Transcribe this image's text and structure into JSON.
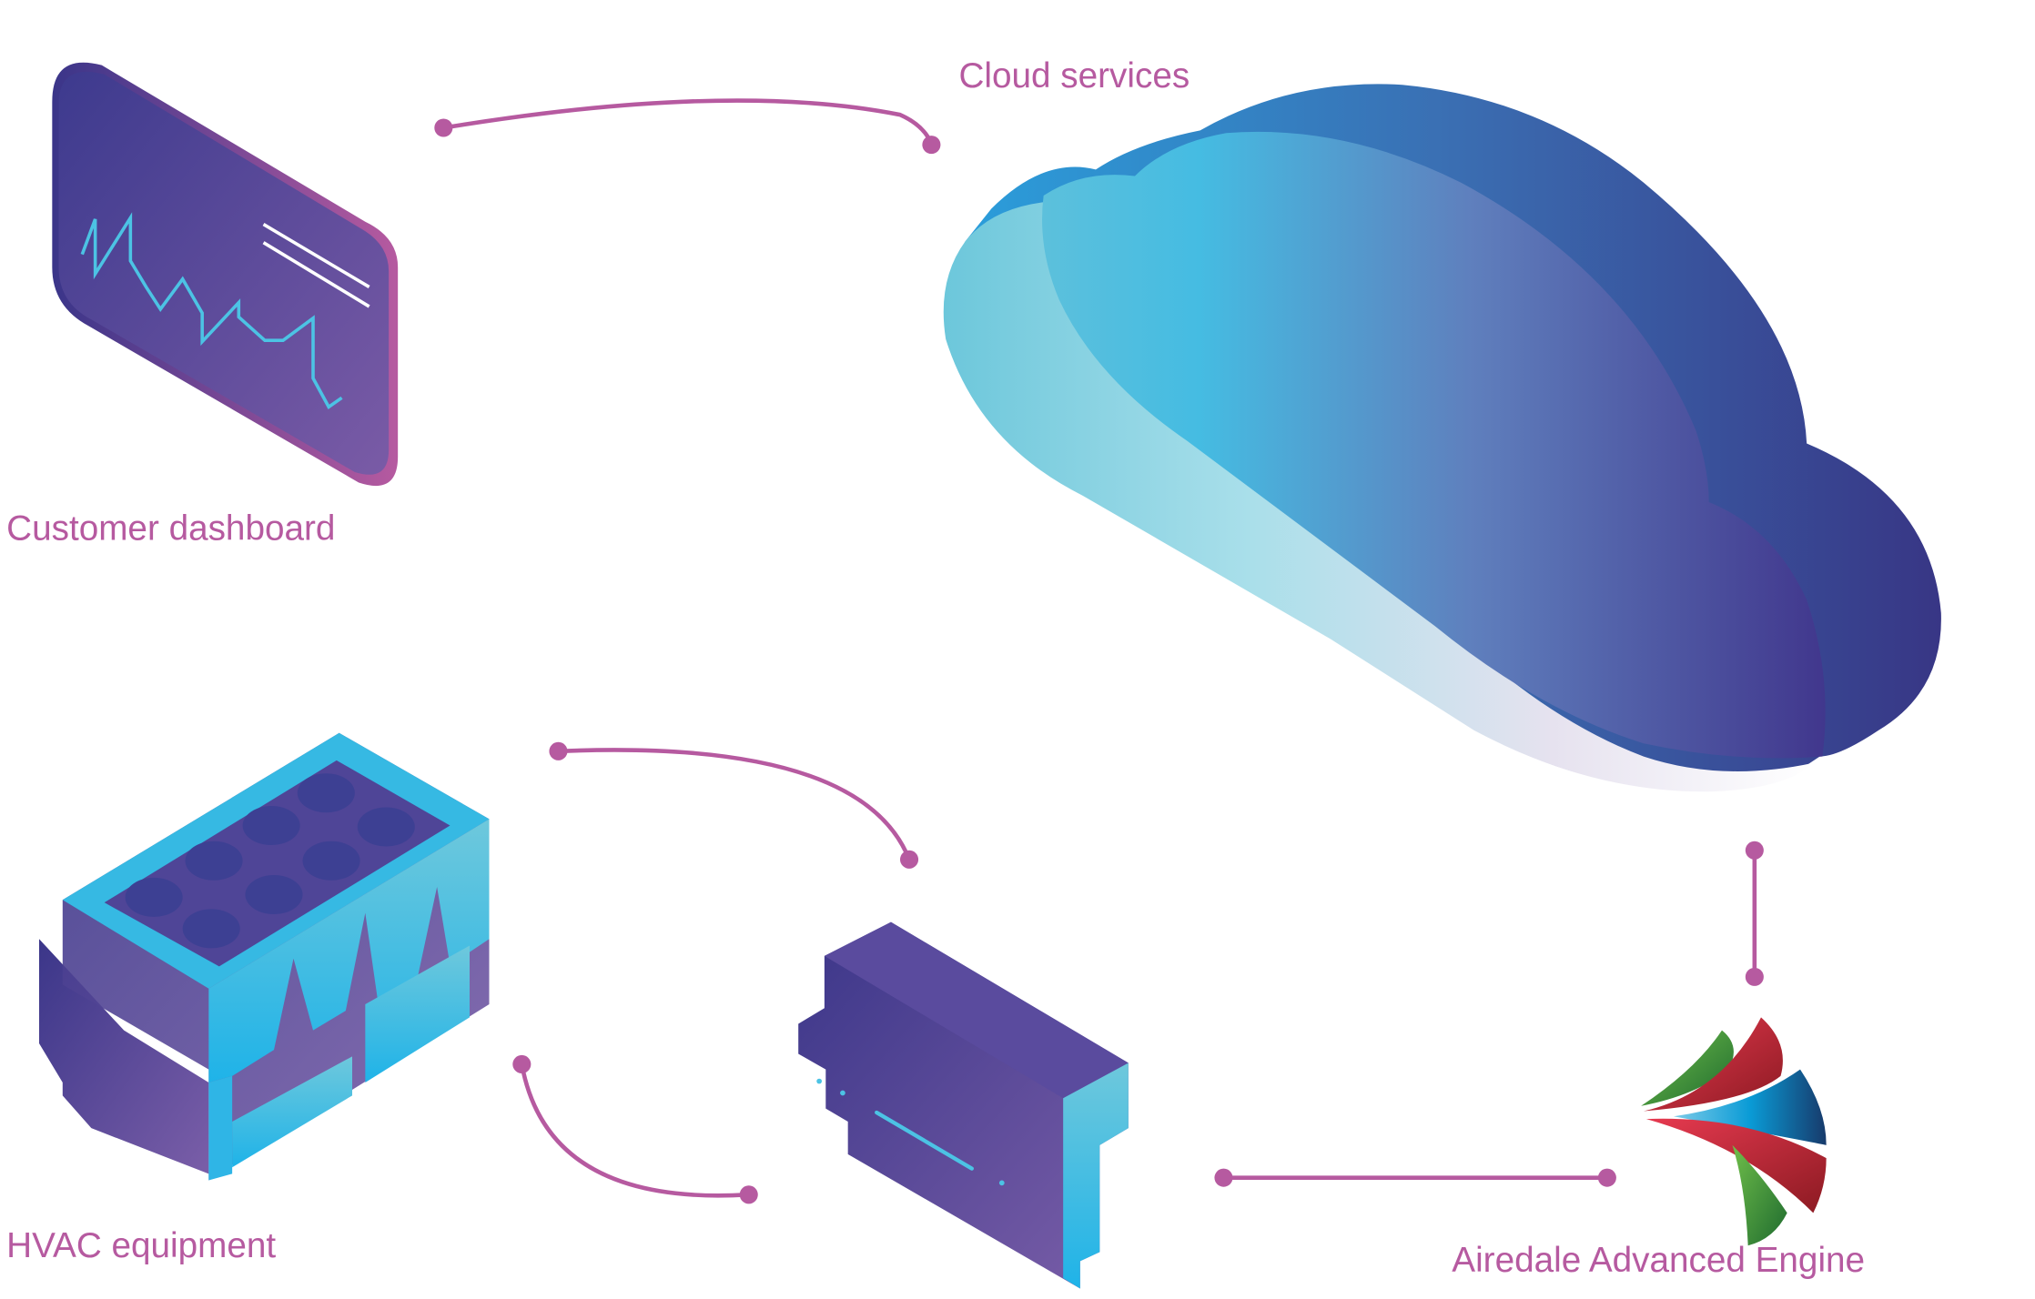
{
  "diagram": {
    "title": "Airedale connected system overview",
    "accent_color": "#b65aa0",
    "nodes": [
      {
        "id": "customer-dashboard",
        "label": "Customer dashboard",
        "icon": "dashboard-screen-icon"
      },
      {
        "id": "cloud-services",
        "label": "Cloud services",
        "icon": "cloud-icon"
      },
      {
        "id": "hvac-equipment",
        "label": "HVAC equipment",
        "icon": "hvac-unit-icon"
      },
      {
        "id": "controller",
        "label": "",
        "icon": "controller-module-icon"
      },
      {
        "id": "airedale-advanced-engine",
        "label": "Airedale Advanced Engine",
        "icon": "airedale-logo-icon"
      }
    ],
    "edges": [
      {
        "from": "customer-dashboard",
        "to": "cloud-services"
      },
      {
        "from": "cloud-services",
        "to": "airedale-advanced-engine"
      },
      {
        "from": "airedale-advanced-engine",
        "to": "controller"
      },
      {
        "from": "controller",
        "to": "hvac-equipment"
      },
      {
        "from": "hvac-equipment",
        "to": "controller"
      }
    ],
    "colors": {
      "connector": "#b65aa0",
      "label": "#b65aa0",
      "navy": "#3a3589",
      "purple": "#6a4f9e",
      "cyan": "#27b6e6",
      "light_cyan": "#6ecadf"
    }
  }
}
